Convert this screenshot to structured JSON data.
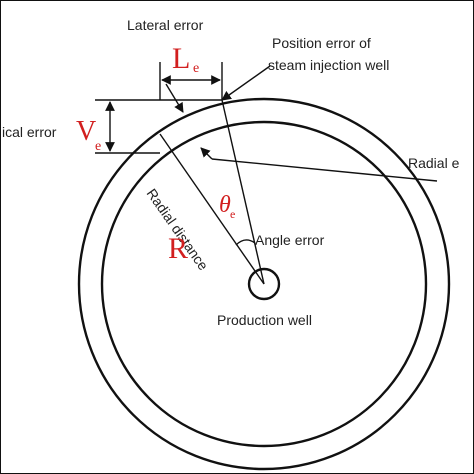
{
  "labels": {
    "lateral_error": "Lateral error",
    "position_error_line1": "Position error of",
    "position_error_line2": "steam injection well",
    "vertical_error": "ical error",
    "radial_error": "Radial e",
    "radial_distance": "Radial distance",
    "angle_error": "Angle error",
    "production_well": "Production well"
  },
  "symbols": {
    "L_main": "L",
    "L_sub": "e",
    "V_main": "V",
    "V_sub": "e",
    "theta_main": "θ",
    "theta_sub": "e",
    "R": "R"
  },
  "colors": {
    "symbol": "#d21f1f",
    "line": "#111111",
    "text": "#222222"
  }
}
